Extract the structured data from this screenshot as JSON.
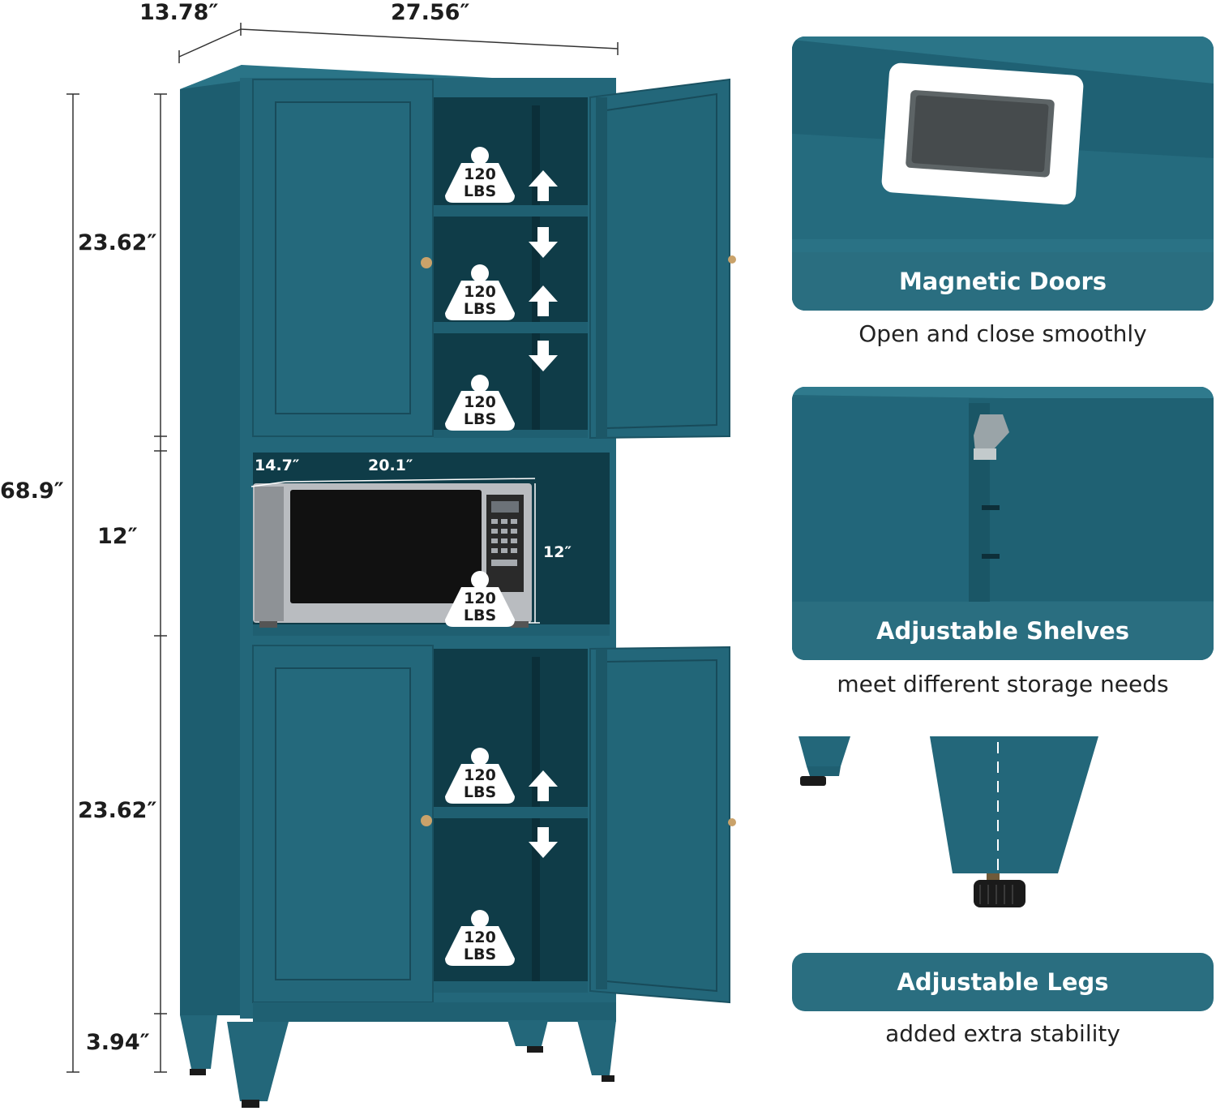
{
  "dimensions": {
    "depth": "13.78″",
    "width": "27.56″",
    "total_height": "68.9″",
    "upper_section": "23.62″",
    "middle_section": "12″",
    "lower_section": "23.62″",
    "legs": "3.94″"
  },
  "microwave_space": {
    "depth": "14.7″",
    "width": "20.1″",
    "height": "12″"
  },
  "weight_badge": {
    "line1": "120",
    "line2": "LBS"
  },
  "features": [
    {
      "title": "Magnetic Doors",
      "caption": "Open and close smoothly"
    },
    {
      "title": "Adjustable Shelves",
      "caption": "meet different storage needs"
    },
    {
      "title": "Adjustable Legs",
      "caption": "added extra stability"
    }
  ],
  "colors": {
    "cabinet": "#23677a",
    "cabinet_dark": "#1b5667",
    "interior": "#0f3c48",
    "panel_band": "#2a6e80",
    "hardware": "#c9a26a"
  }
}
